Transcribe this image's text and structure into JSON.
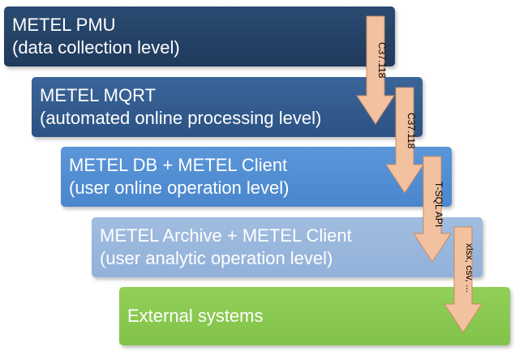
{
  "levels": [
    {
      "line1": "METEL PMU",
      "line2": "(data collection level)",
      "color": "#244468"
    },
    {
      "line1": "METEL MQRT",
      "line2": "(automated online processing level)",
      "color": "#335c8f"
    },
    {
      "line1": "METEL DB + METEL Client",
      "line2": "(user online operation level)",
      "color": "#528ed2"
    },
    {
      "line1": "METEL Archive + METEL Client",
      "line2": "(user analytic operation level)",
      "color": "#99b7dc"
    },
    {
      "line1": "External systems",
      "line2": "",
      "color": "#8ac951"
    }
  ],
  "connectors": [
    {
      "label": "C37.118"
    },
    {
      "label": "C37.118"
    },
    {
      "label": "T-SQL API"
    },
    {
      "label": "xlsx, csv, ..."
    }
  ],
  "arrow_color": "#f2c1a0"
}
